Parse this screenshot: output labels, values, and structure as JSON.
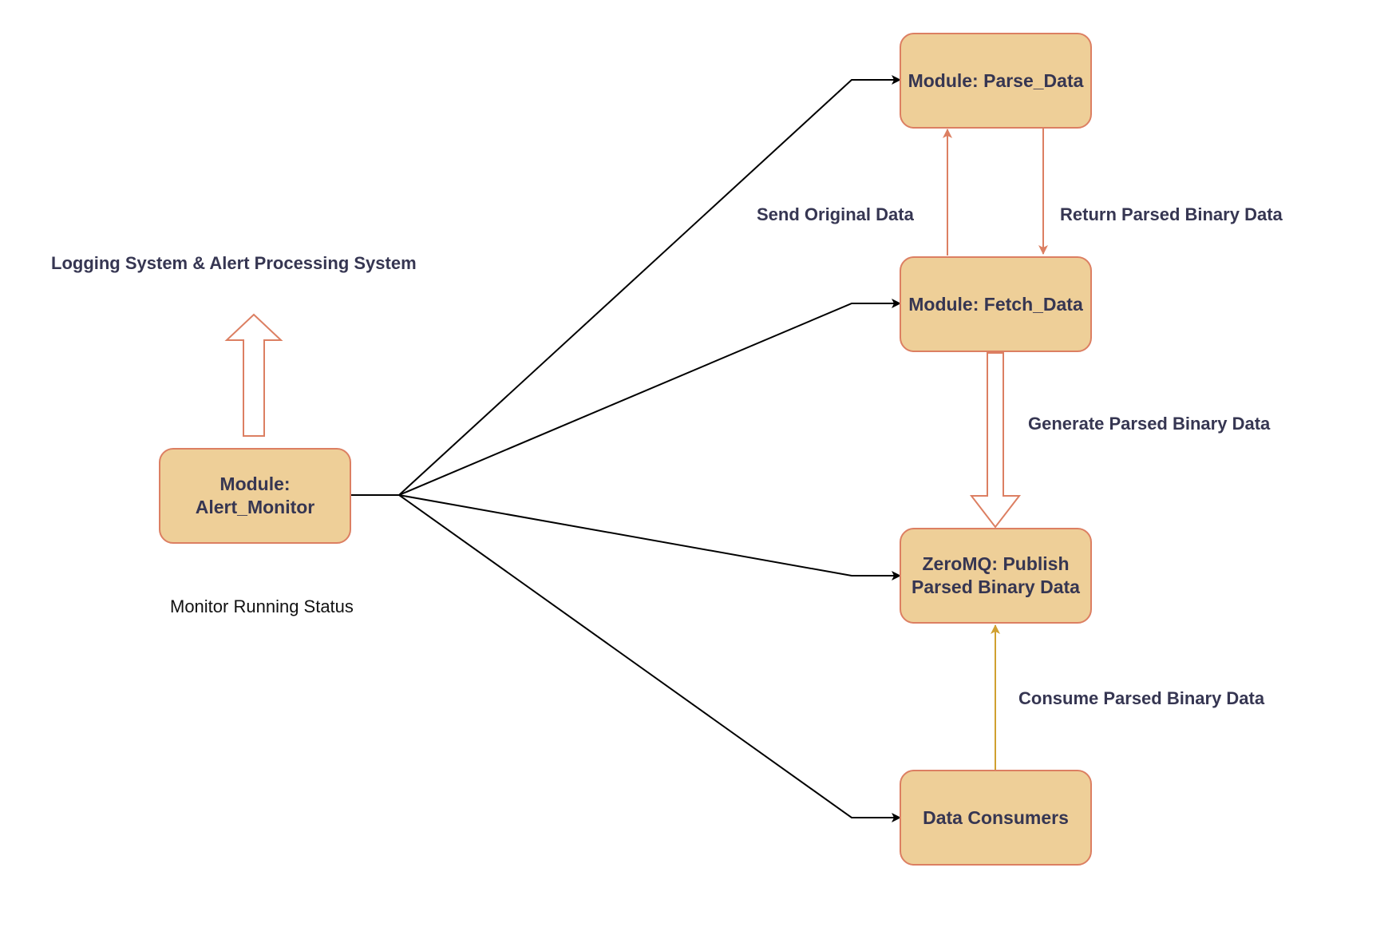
{
  "nodes": {
    "parse_data": "Module: Parse_Data",
    "fetch_data": "Module: Fetch_Data",
    "alert_monitor_line1": "Module:",
    "alert_monitor_line2": "Alert_Monitor",
    "zeromq_line1": "ZeroMQ: Publish",
    "zeromq_line2": "Parsed Binary Data",
    "data_consumers": "Data Consumers"
  },
  "edges": {
    "send_original": "Send Original Data",
    "return_parsed": "Return Parsed Binary Data",
    "generate_parsed": "Generate Parsed Binary Data",
    "consume_parsed": "Consume Parsed Binary Data",
    "monitor_status": "Monitor Running Status",
    "logging_system": "Logging System & Alert Processing System"
  },
  "colors": {
    "node_fill": "#eecf98",
    "node_border": "#dc7f62",
    "text": "#363652",
    "monitor_lines": "#000000",
    "exchange_arrows": "#dc7f62",
    "consume_arrow": "#d0a030"
  }
}
